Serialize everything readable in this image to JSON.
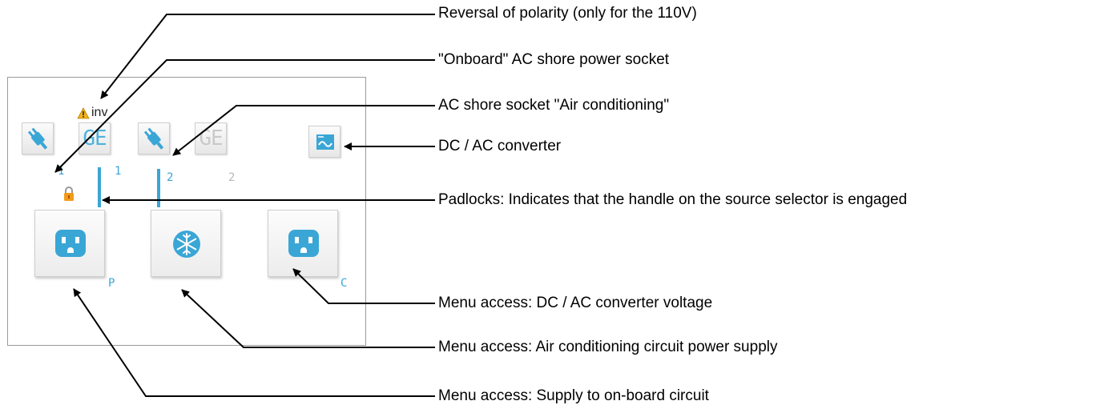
{
  "panel": {
    "inv_label": "inv",
    "source1_number": "1",
    "source1_number_dim": "1",
    "source2_number": "2",
    "source2_number_dim": "2",
    "ge_label": "GE",
    "ge_label_dim": "GE",
    "circuit_p_letter": "P",
    "circuit_c_letter": "C"
  },
  "annotations": [
    {
      "label": "Reversal of polarity (only for the 110V)"
    },
    {
      "label": "\"Onboard\" AC shore power socket"
    },
    {
      "label": "AC shore socket \"Air conditioning\""
    },
    {
      "label": "DC / AC converter"
    },
    {
      "label": "Padlocks: Indicates that the handle on the source selector is engaged"
    },
    {
      "label": "Menu access: DC / AC converter voltage"
    },
    {
      "label": "Menu access: Air conditioning circuit power supply"
    },
    {
      "label": "Menu access: Supply to on-board circuit"
    }
  ],
  "colors": {
    "accent_blue": "#3aa6d6",
    "warning_yellow": "#f2b51c",
    "lock_orange": "#f39a1c",
    "panel_border": "#9a9a9a"
  },
  "icons": [
    "plug-icon",
    "generator-icon",
    "converter-icon",
    "warning-icon",
    "padlock-icon",
    "outlet-icon",
    "snowflake-icon"
  ]
}
